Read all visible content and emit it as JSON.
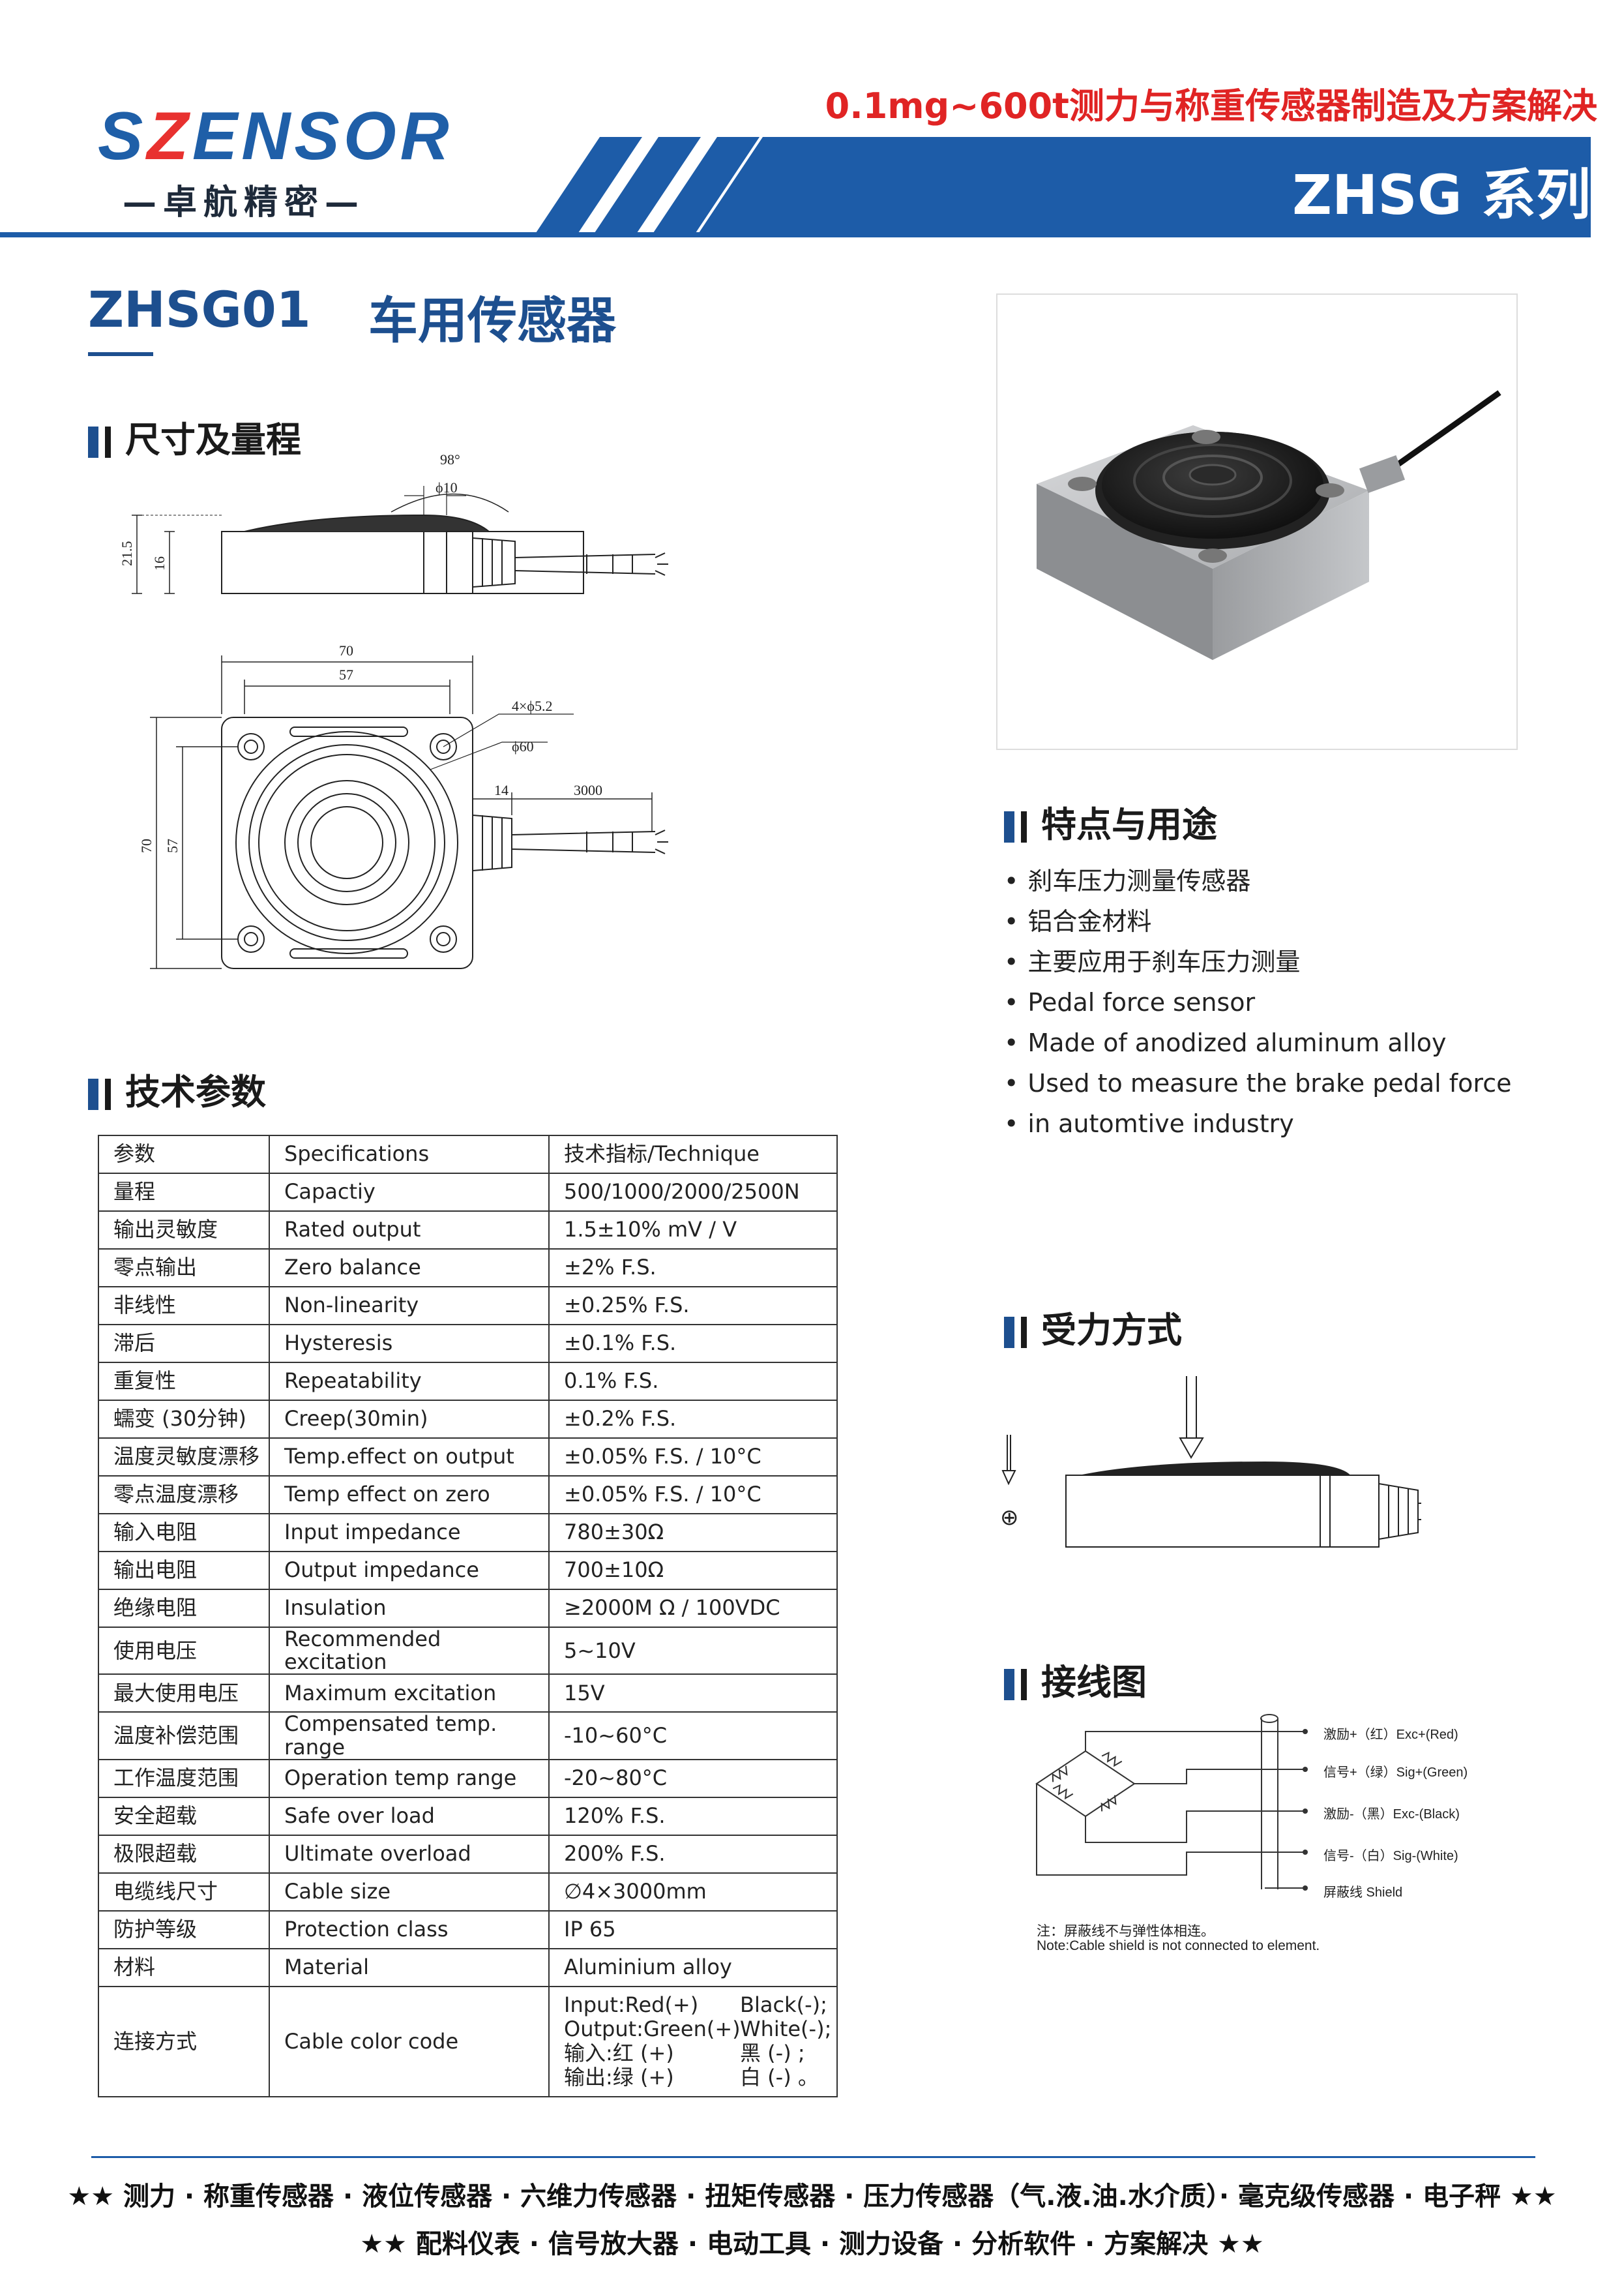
{
  "header": {
    "logo_text": "SZENSOR",
    "logo_sub": "—卓航精密—",
    "slogan": "0.1mg~600t测力与称重传感器制造及方案解决",
    "series": "ZHSG 系列"
  },
  "product": {
    "model": "ZHSG01",
    "name": "车用传感器"
  },
  "sections": {
    "dimensions": "尺寸及量程",
    "features": "特点与用途",
    "specs": "技术参数",
    "loading": "受力方式",
    "wiring": "接线图"
  },
  "dimensions": {
    "angle": "98°",
    "d10": "ϕ10",
    "h_total": "21.5",
    "h_body": "16",
    "w70": "70",
    "w57": "57",
    "holes": "4×ϕ5.2",
    "d60": "ϕ60",
    "l14": "14",
    "cable_len": "3000",
    "side70": "70",
    "side57": "57"
  },
  "features": [
    "刹车压力测量传感器",
    "铝合金材料",
    "主要应用于刹车压力测量",
    "Pedal force sensor",
    "Made of anodized aluminum alloy",
    "Used to measure the brake pedal force",
    "in automtive industry"
  ],
  "spec_table": {
    "headers": [
      "参数",
      "Specifications",
      "技术指标/Technique"
    ],
    "rows": [
      [
        "量程",
        "Capactiy",
        "500/1000/2000/2500N"
      ],
      [
        "输出灵敏度",
        "Rated output",
        "1.5±10%  mV / V"
      ],
      [
        "零点输出",
        "Zero balance",
        "±2% F.S."
      ],
      [
        "非线性",
        "Non-linearity",
        "±0.25% F.S."
      ],
      [
        "滞后",
        "Hysteresis",
        "±0.1% F.S."
      ],
      [
        "重复性",
        "Repeatability",
        "0.1% F.S."
      ],
      [
        "蠕变 (30分钟)",
        "Creep(30min)",
        "±0.2% F.S."
      ],
      [
        "温度灵敏度漂移",
        "Temp.effect on output",
        "±0.05% F.S. / 10°C"
      ],
      [
        "零点温度漂移",
        "Temp effect on zero",
        "±0.05% F.S. / 10°C"
      ],
      [
        "输入电阻",
        "Input impedance",
        "780±30Ω"
      ],
      [
        "输出电阻",
        "Output impedance",
        "700±10Ω"
      ],
      [
        "绝缘电阻",
        "Insulation",
        "≥2000M Ω / 100VDC"
      ],
      [
        "使用电压",
        "Recommended excitation",
        "5~10V"
      ],
      [
        "最大使用电压",
        "Maximum excitation",
        "15V"
      ],
      [
        "温度补偿范围",
        "Compensated temp. range",
        "-10~60°C"
      ],
      [
        "工作温度范围",
        "Operation temp range",
        "-20~80°C"
      ],
      [
        "安全超载",
        "Safe over load",
        "120% F.S."
      ],
      [
        "极限超载",
        "Ultimate overload",
        "200% F.S."
      ],
      [
        "电缆线尺寸",
        "Cable size",
        "∅4×3000mm"
      ],
      [
        "防护等级",
        "Protection class",
        "IP 65"
      ],
      [
        "材料",
        "Material",
        "Aluminium alloy"
      ]
    ],
    "cable_row": {
      "label_cn": "连接方式",
      "label_en": "Cable color code",
      "lines": [
        "Input:Red(+)",
        "Black(-);",
        "Output:Green(+)",
        "White(-);",
        "输入:红 (+)",
        "黑 (-) ;",
        "输出:绿 (+)",
        "白 (-) 。"
      ]
    }
  },
  "loading_diagram": {
    "symbol": "⊕"
  },
  "wiring": {
    "labels": [
      "激励+（红）Exc+(Red)",
      "信号+（绿）Sig+(Green)",
      "激励-（黑）Exc-(Black)",
      "信号-（白）Sig-(White)",
      "屏蔽线  Shield"
    ],
    "note_cn": "注：屏蔽线不与弹性体相连。",
    "note_en": "Note:Cable shield is not connected to element."
  },
  "footer": {
    "line1": "★★  测力 · 称重传感器 · 液位传感器 · 六维力传感器 · 扭矩传感器 · 压力传感器（气.液.油.水介质）· 毫克级传感器 · 电子秤  ★★",
    "line2": "★★  配料仪表 · 信号放大器 · 电动工具 · 测力设备 · 分析软件 · 方案解决  ★★"
  },
  "colors": {
    "brand_blue": "#1d5ca8",
    "brand_red": "#e02424",
    "title_blue": "#1d4f8f"
  }
}
